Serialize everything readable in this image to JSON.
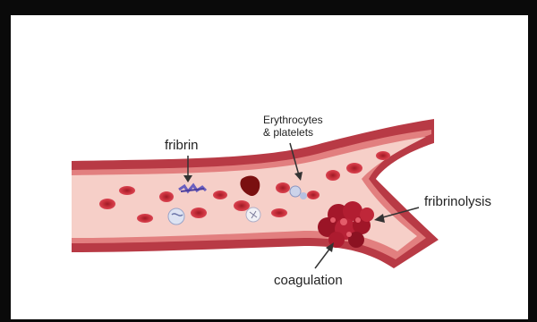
{
  "labels": {
    "fibrin": "fribrin",
    "erythrocytes_line1": "Erythrocytes",
    "erythrocytes_line2": "& platelets",
    "fibrinolysis": "fribrinolysis",
    "coagulation": "coagulation"
  },
  "colors": {
    "frame": "#0a0a0a",
    "vessel_wall_outer": "#b83a45",
    "vessel_wall_inner": "#e27f7f",
    "lumen": "#f6cfc8",
    "rbc": "#cc2a36",
    "rbc_center": "#a61d29",
    "clot": "#a4172a",
    "fibrin": "#6a5fbf",
    "leukocyte": "#dde3f2"
  }
}
